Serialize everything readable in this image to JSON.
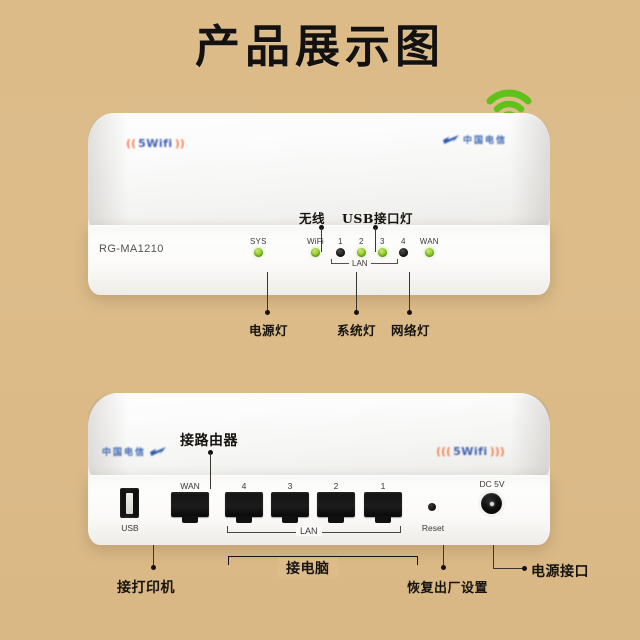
{
  "page": {
    "title": "产品展示图",
    "background_color": "#ddbc8a"
  },
  "wifi_signal_icon": {
    "name": "wifi-signal-icon",
    "color": "#5ec21a"
  },
  "top_unit": {
    "model_label": "RG-MA1210",
    "brand_logo_left": "5Wifi",
    "brand_logo_right": "中国电信",
    "leds": [
      {
        "cap": "SYS",
        "state": "on"
      },
      {
        "cap": "WiFi",
        "state": "on"
      },
      {
        "cap": "1",
        "state": "off"
      },
      {
        "cap": "2",
        "state": "on"
      },
      {
        "cap": "3",
        "state": "on"
      },
      {
        "cap": "4",
        "state": "off"
      },
      {
        "cap": "WAN",
        "state": "on"
      }
    ],
    "lan_bracket_label": "LAN",
    "callouts_above": [
      {
        "text": "无线"
      },
      {
        "text": "USB接口灯"
      }
    ],
    "callouts_below": [
      {
        "text": "电源灯"
      },
      {
        "text": "系统灯"
      },
      {
        "text": "网络灯"
      }
    ]
  },
  "rear_unit": {
    "brand_logo_left": "中国电信",
    "brand_logo_right": "5Wifi",
    "usb_label": "USB",
    "ports": [
      {
        "cap": "WAN"
      },
      {
        "cap": "4"
      },
      {
        "cap": "3"
      },
      {
        "cap": "2"
      },
      {
        "cap": "1"
      }
    ],
    "lan_bracket_label": "LAN",
    "reset_label": "Reset",
    "dc_label": "DC 5V",
    "callouts": [
      {
        "text": "接路由器"
      },
      {
        "text": "接打印机"
      },
      {
        "text": "接电脑"
      },
      {
        "text": "恢复出厂设置"
      },
      {
        "text": "电源接口"
      }
    ]
  }
}
